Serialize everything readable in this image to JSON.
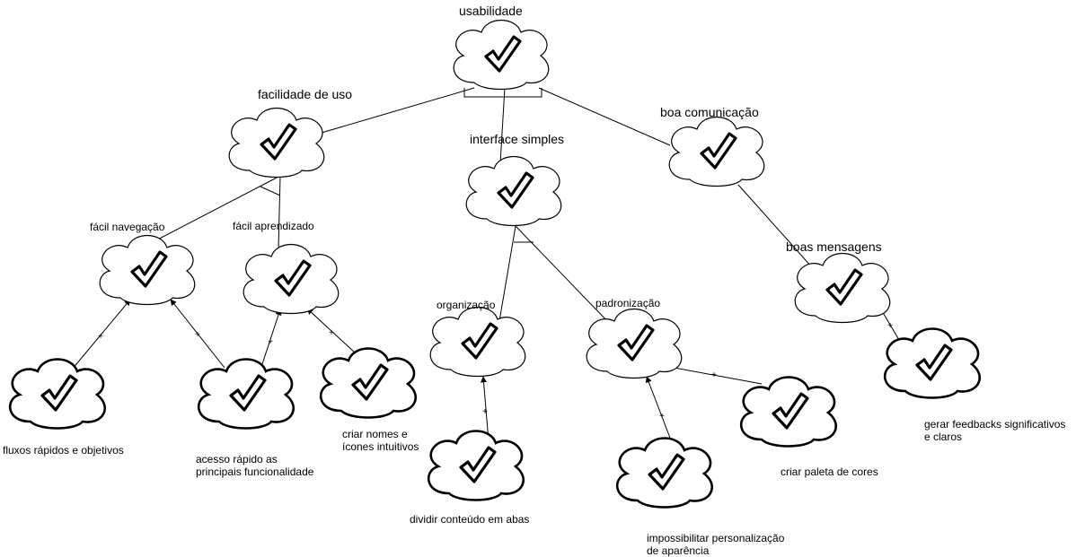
{
  "diagram": {
    "goals": {
      "usabilidade": "usabilidade",
      "facilidade_de_uso": "facilidade de uso",
      "interface_simples": "interface simples",
      "boa_comunicacao": "boa comunicação",
      "facil_navegacao": "fácil navegação",
      "facil_aprendizado": "fácil aprendizado",
      "organizacao": "organização",
      "padronizacao": "padronização",
      "boas_mensagens": "boas mensagens"
    },
    "tasks": {
      "fluxos": "fluxos rápidos e objetivos",
      "acesso": "acesso rápido as\n principais funcionalidade",
      "nomes": "criar nomes e\nícones intuitivos",
      "abas": "dividir conteúdo em abas",
      "personalizacao": "impossibilitar personalização\nde aparência",
      "paleta": "criar paleta de cores",
      "feedbacks": "gerar feedbacks significativos\ne claros"
    },
    "contribution_label": "+",
    "satisfied_icon": "check-mark-icon",
    "node_shape": "cloud"
  }
}
